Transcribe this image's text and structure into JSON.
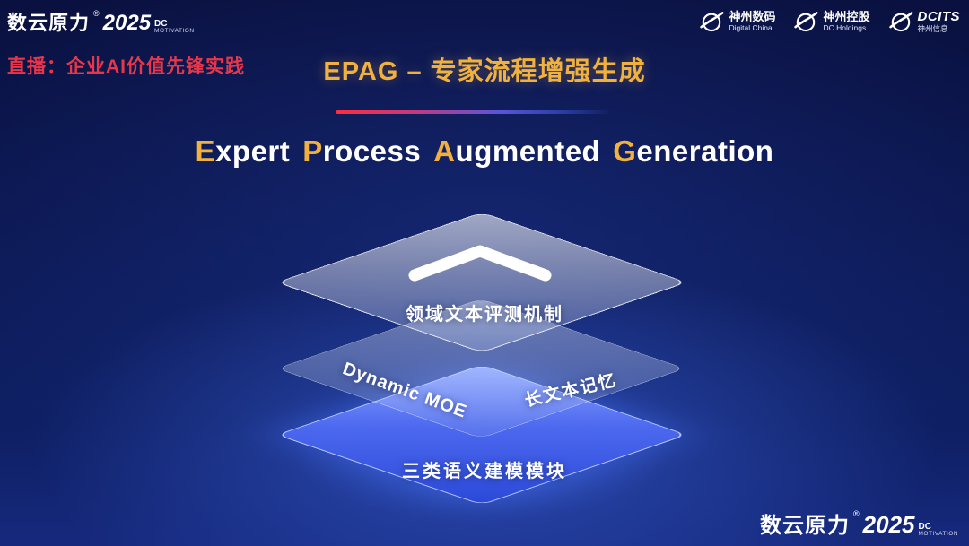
{
  "colors": {
    "gold": "#f0b13e",
    "red": "#e8374a",
    "layer_blue": "#3f5de8",
    "background_navy": "#0a1140"
  },
  "header": {
    "brand": {
      "name": "数云原力",
      "reg": "®",
      "year": "2025",
      "tag_top": "DC",
      "tag_bottom": "MOTIVATION"
    },
    "live_label": "直播：企业AI价值先锋实践",
    "title": "EPAG – 专家流程增强生成",
    "partners": [
      {
        "icon": "swoosh-globe-icon",
        "cn": "神州数码",
        "en": "Digital China"
      },
      {
        "icon": "swoosh-globe-icon",
        "cn": "神州控股",
        "en": "DC Holdings"
      },
      {
        "icon": "swoosh-globe-icon",
        "cn": "DCITS",
        "en": "神州信息"
      }
    ]
  },
  "main": {
    "title_words": [
      {
        "initial": "E",
        "rest": "xpert"
      },
      {
        "initial": "P",
        "rest": "rocess"
      },
      {
        "initial": "A",
        "rest": "ugmented"
      },
      {
        "initial": "G",
        "rest": "eneration"
      }
    ],
    "layers": {
      "top_label": "领域文本评测机制",
      "middle_left_label": "Dynamic  MOE",
      "middle_right_label": "长文本记忆",
      "bottom_label": "三类语义建模模块"
    }
  },
  "footer": {
    "brand": {
      "name": "数云原力",
      "reg": "®",
      "year": "2025",
      "tag_top": "DC",
      "tag_bottom": "MOTIVATION"
    }
  }
}
